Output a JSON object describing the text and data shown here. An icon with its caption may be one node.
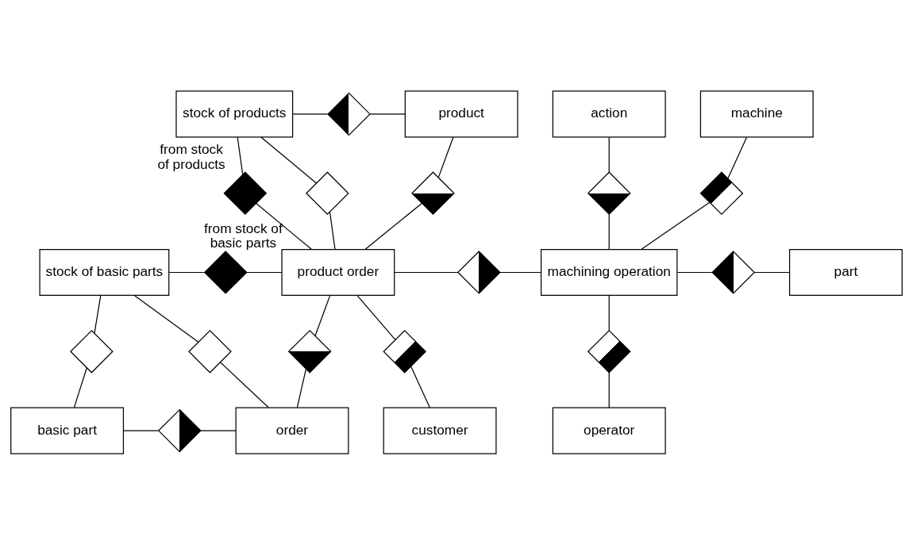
{
  "diagram": {
    "nodes": [
      {
        "text": [
          "stock of products"
        ]
      },
      {
        "text": [
          "product"
        ]
      },
      {
        "text": [
          "action"
        ]
      },
      {
        "text": [
          "machine"
        ]
      },
      {
        "text": [
          "stock of basic parts"
        ]
      },
      {
        "text": [
          "product order"
        ]
      },
      {
        "text": [
          "machining operation"
        ]
      },
      {
        "text": [
          "part"
        ]
      },
      {
        "text": [
          "basic part"
        ]
      },
      {
        "text": [
          "order"
        ]
      },
      {
        "text": [
          "customer"
        ]
      },
      {
        "text": [
          "operator"
        ]
      },
      {
        "text": [],
        "shape": "diamond"
      },
      {
        "text": [],
        "shape": "diamond"
      },
      {
        "text": [],
        "shape": "diamond",
        "beside": [
          "from stock of products"
        ]
      },
      {
        "text": [],
        "shape": "diamond"
      },
      {
        "text": [],
        "shape": "diamond"
      },
      {
        "text": [],
        "shape": "diamond"
      },
      {
        "text": [],
        "shape": "diamond",
        "beside": [
          "from stock of basic parts"
        ]
      },
      {
        "text": [],
        "shape": "diamond"
      },
      {
        "text": [],
        "shape": "diamond"
      },
      {
        "text": [],
        "shape": "diamond"
      },
      {
        "text": [],
        "shape": "diamond"
      },
      {
        "text": [],
        "shape": "diamond"
      },
      {
        "text": [],
        "shape": "diamond"
      },
      {
        "text": [],
        "shape": "diamond"
      },
      {
        "text": [],
        "shape": "diamond"
      }
    ],
    "edges": [
      {
        "from": 0,
        "to": 12,
        "arrow": "none"
      },
      {
        "from": 12,
        "to": 1,
        "arrow": "none"
      },
      {
        "from": 0,
        "to": 13,
        "arrow": "none"
      },
      {
        "from": 13,
        "to": 5,
        "arrow": "none"
      },
      {
        "from": 0,
        "to": 14,
        "arrow": "none"
      },
      {
        "from": 14,
        "to": 5,
        "arrow": "none"
      },
      {
        "from": 1,
        "to": 15,
        "arrow": "none"
      },
      {
        "from": 15,
        "to": 5,
        "arrow": "none"
      },
      {
        "from": 2,
        "to": 16,
        "arrow": "none"
      },
      {
        "from": 16,
        "to": 6,
        "arrow": "none"
      },
      {
        "from": 3,
        "to": 17,
        "arrow": "none"
      },
      {
        "from": 17,
        "to": 6,
        "arrow": "none"
      },
      {
        "from": 4,
        "to": 18,
        "arrow": "none"
      },
      {
        "from": 18,
        "to": 5,
        "arrow": "none"
      },
      {
        "from": 5,
        "to": 19,
        "arrow": "none"
      },
      {
        "from": 19,
        "to": 6,
        "arrow": "none"
      },
      {
        "from": 6,
        "to": 20,
        "arrow": "none"
      },
      {
        "from": 20,
        "to": 7,
        "arrow": "none"
      },
      {
        "from": 4,
        "to": 21,
        "arrow": "none"
      },
      {
        "from": 21,
        "to": 8,
        "arrow": "none"
      },
      {
        "from": 4,
        "to": 22,
        "arrow": "none"
      },
      {
        "from": 22,
        "to": 9,
        "arrow": "none"
      },
      {
        "from": 5,
        "to": 23,
        "arrow": "none"
      },
      {
        "from": 23,
        "to": 9,
        "arrow": "none"
      },
      {
        "from": 5,
        "to": 24,
        "arrow": "none"
      },
      {
        "from": 24,
        "to": 10,
        "arrow": "none"
      },
      {
        "from": 6,
        "to": 25,
        "arrow": "none"
      },
      {
        "from": 25,
        "to": 11,
        "arrow": "none"
      },
      {
        "from": 8,
        "to": 26,
        "arrow": "none"
      },
      {
        "from": 26,
        "to": 9,
        "arrow": "none"
      }
    ]
  }
}
